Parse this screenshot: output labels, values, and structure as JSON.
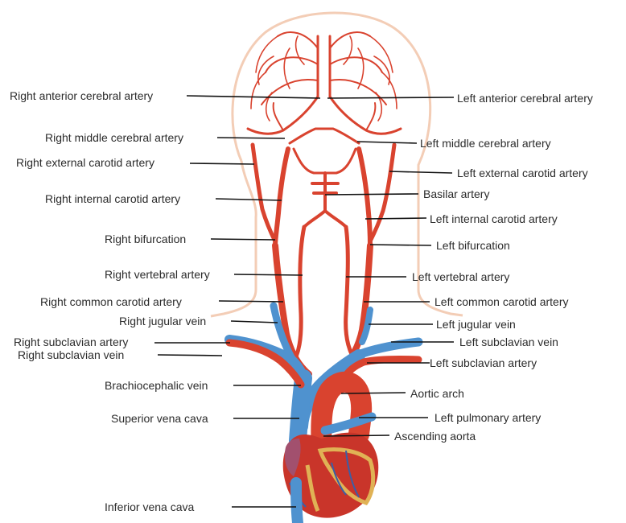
{
  "labels": {
    "right_anterior_cerebral": "Right anterior cerebral artery",
    "left_anterior_cerebral": "Left anterior cerebral artery",
    "right_middle_cerebral": "Right middle cerebral artery",
    "left_middle_cerebral": "Left middle cerebral artery",
    "right_external_carotid": "Right external carotid artery",
    "left_external_carotid": "Left external carotid artery",
    "basilar": "Basilar artery",
    "right_internal_carotid": "Right internal carotid artery",
    "left_internal_carotid": "Left internal carotid artery",
    "right_bifurcation": "Right bifurcation",
    "left_bifurcation": "Left bifurcation",
    "right_vertebral": "Right vertebral artery",
    "left_vertebral": "Left vertebral artery",
    "right_common_carotid": "Right common carotid artery",
    "left_common_carotid": "Left common carotid artery",
    "right_jugular": "Right jugular vein",
    "left_jugular": "Left jugular vein",
    "right_subclavian_artery": "Right subclavian artery",
    "left_subclavian_vein": "Left subclavian vein",
    "right_subclavian_vein": "Right subclavian vein",
    "left_subclavian_artery": "Left subclavian artery",
    "brachiocephalic_vein": "Brachiocephalic vein",
    "aortic_arch": "Aortic arch",
    "superior_vena_cava": "Superior vena cava",
    "left_pulmonary_artery": "Left pulmonary artery",
    "ascending_aorta": "Ascending aorta",
    "inferior_vena_cava": "Inferior vena cava"
  },
  "colors": {
    "artery": "#d9432f",
    "vein": "#4f92cf",
    "head_outline": "#f3cdb6",
    "heart_muscle": "#c9352a",
    "heart_fat": "#e0b255",
    "atrium": "#a2506e"
  }
}
